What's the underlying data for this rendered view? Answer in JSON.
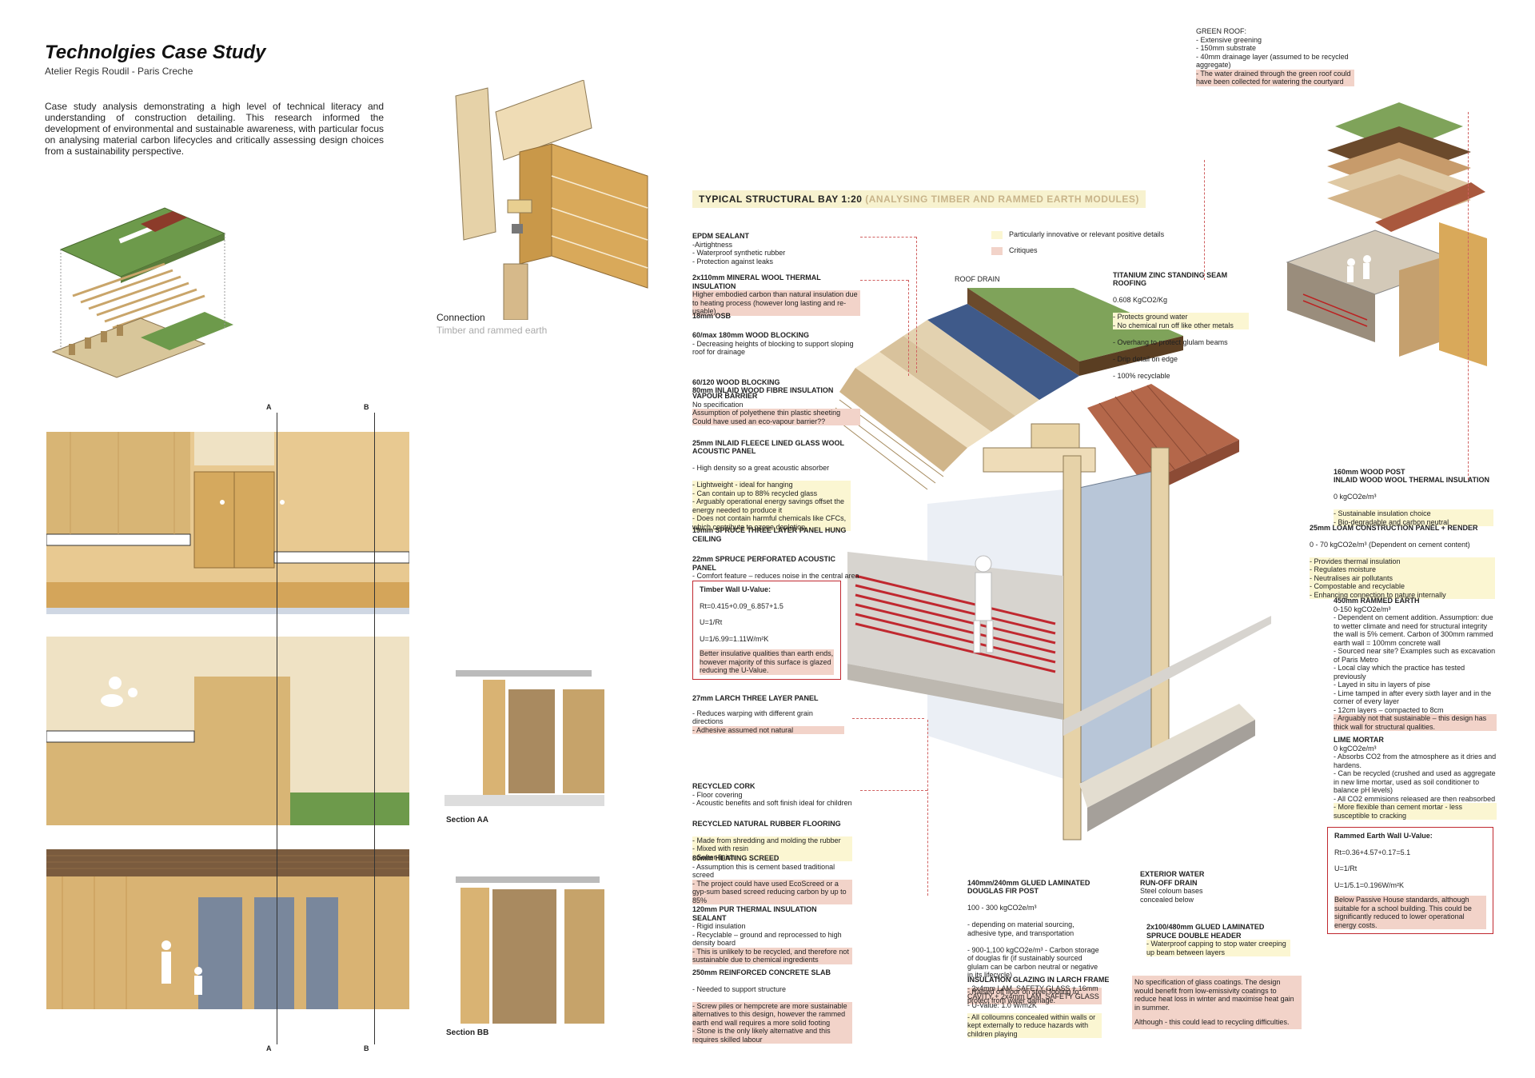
{
  "title": "Technolgies Case Study",
  "subtitle": "Atelier Regis Roudil - Paris Creche",
  "intro": "Case study analysis demonstrating a high level of technical literacy and understanding of construction detailing. This research informed the development of environmental and sustainable awareness, with particular focus on analysing material carbon lifecycles and critically assessing design choices from a sustainability perspective.",
  "connection": {
    "title": "Connection",
    "sub": "Timber and rammed earth"
  },
  "section_marks": {
    "a": "A",
    "b": "B"
  },
  "section_captions": {
    "aa": "Section AA",
    "bb": "Section BB"
  },
  "header": {
    "main": "TYPICAL STRUCTURAL BAY 1:20 ",
    "dim": "(ANALYSING TIMBER AND RAMMED EARTH MODULES)"
  },
  "legend": {
    "positive": "Particularly innovative or relevant positive details",
    "critique": "Critiques"
  },
  "colors": {
    "positive": "#fbf6d2",
    "critique": "#f2d3c9",
    "uvalue_border": "#c0282f"
  },
  "green_roof": {
    "title": "GREEN ROOF:",
    "lines": [
      "- Extensive greening",
      "- 150mm substrate",
      "- 40mm drainage layer (assumed to be recycled aggregate)"
    ],
    "critique": "- The water drained through the green roof could have been collected for watering the courtyard"
  },
  "left_labels": [
    {
      "title": "EPDM SEALANT",
      "lines": [
        "-Airtightness",
        "- Waterproof synthetic rubber",
        "- Protection against leaks"
      ]
    },
    {
      "title": "2x110mm MINERAL WOOL THERMAL INSULATION",
      "critique": "Higher embodied carbon than natural insulation due to heating process (however long lasting and re-usable)"
    },
    {
      "title": "18mm OSB"
    },
    {
      "title": "60/max 180mm WOOD BLOCKING",
      "lines": [
        "- Decreasing heights of blocking to support sloping roof for drainage"
      ]
    },
    {
      "title": "60/120 WOOD BLOCKING\n80mm INLAID WOOD FIBRE INSULATION"
    },
    {
      "title": "VAPOUR BARRIER",
      "lines": [
        "No specification"
      ],
      "critique": "Assumption of polyethene thin plastic sheeting Could have used an eco-vapour barrier??"
    },
    {
      "title": "25mm INLAID FLEECE LINED GLASS WOOL ACOUSTIC PANEL",
      "lines": [
        "- High density so a great acoustic absorber"
      ],
      "positive": "- Lightweight - ideal for hanging\n- Can contain up to 88% recycled glass\n- Arguably operational energy savings offset the energy needed to produce it\n- Does not contain harmful chemicals like CFCs, which contribute to ozone depletion"
    },
    {
      "title": "19mm SPRUCE THREE LAYER PANEL HUNG CEILING"
    },
    {
      "title": "22mm SPRUCE PERFORATED ACOUSTIC PANEL",
      "lines": [
        "- Comfort feature – reduces noise in the central area"
      ]
    }
  ],
  "timber_uvalue": {
    "title": "Timber Wall U-Value:",
    "f1": "Rt=0.415+0.09_6.857+1.5",
    "f2": "U=1/Rt",
    "f3": "U=1/6.99=1.11W/m²K",
    "critique": "Better insulative qualities than earth ends, however majority of this surface is glazed reducing the U-Value."
  },
  "larch": {
    "title": "27mm LARCH THREE LAYER PANEL",
    "lines": [
      "- Reduces warping with different grain directions"
    ],
    "critique": "- Adhesive assumed not natural"
  },
  "lower_left": [
    {
      "title": "RECYCLED CORK",
      "lines": [
        "- Floor covering",
        "- Acoustic benefits and soft finish ideal for children"
      ]
    },
    {
      "title": "RECYCLED NATURAL RUBBER FLOORING",
      "positive": "- Made from shredding and molding the rubber\n- Mixed with resin\n- Softer finish"
    },
    {
      "title": "80mm HEATING SCREED",
      "lines": [
        "- Assumption this is cement based traditional screed"
      ],
      "critique": "- The project could have used EcoScreed or a gyp-sum based screed reducing carbon by up to 85%"
    },
    {
      "title": "120mm PUR THERMAL INSULATION SEALANT",
      "lines": [
        "- Rigid insulation",
        "- Recyclable – ground and reprocessed to high density board"
      ],
      "critique": "- This is unlikely to be recycled, and therefore not sustainable due to chemical ingredients"
    },
    {
      "title": "250mm REINFORCED CONCRETE SLAB",
      "lines": [
        "- Needed to support structure"
      ],
      "critique": "- Screw piles or hempcrete are more sustainable alternatives to this design, however the rammed earth end wall requires a more solid footing\n- Stone is the only likely alternative and this requires skilled labour"
    }
  ],
  "roof_drain": "ROOF DRAIN",
  "titanium": {
    "title": "TITANIUM ZINC STANDING SEAM ROOFING",
    "sub": "0.608 KgCO2/Kg",
    "positive": "- Protects ground water\n- No chemical run off like other metals",
    "lines": [
      "- Overhang to protect glulam beams",
      "- Drip detail on edge",
      "- 100% recyclable"
    ]
  },
  "glulam_post": {
    "title": "140mm/240mm GLUED LAMINATED DOUGLAS FIR POST",
    "lines": [
      "100 - 300 kgCO2e/m³",
      "- depending on material sourcing, adhesive type, and transportation",
      "- 900-1,100 kgCO2e/m³ - Carbon storage of douglas fir (if sustainably sourced glulam can be carbon neutral or negative in its lifecycle)"
    ],
    "critique": "- Raised off floor on steel footing to protect from water damage.",
    "positive": "- All colloumns concealed within walls or kept externally to reduce hazards with children playing"
  },
  "exterior_drain": {
    "title": "EXTERIOR WATER RUN-OFF DRAIN",
    "lines": [
      "Steel coloum bases concealed below"
    ]
  },
  "double_header": {
    "title": "2x100/480mm GLUED LAMINATED SPRUCE DOUBLE HEADER",
    "positive": "- Waterproof capping to stop water creeping up beam between layers"
  },
  "glazing": {
    "title": "INSULATION GLAZING IN LARCH FRAME",
    "lines": [
      "- 2x4mm LAM. SAFETY GLASS + 16mm CAVITY + 2x4mm LAM. SAFETY GLASS",
      "- U-Value: 1.0 W/m2K"
    ]
  },
  "glass_coatings": {
    "p1": "No specification of glass coatings. The design would benefit from low-emissivity coatings to reduce heat loss in winter and maximise heat gain in summer.",
    "p2": "Although - this could lead to recycling difficulties."
  },
  "right_labels": [
    {
      "title": "160mm WOOD POST\nINLAID WOOD WOOL THERMAL INSULATION",
      "sub": "0 kgCO2e/m³",
      "positive": "- Sustainable insulation choice\n- Bio-degradable and carbon neutral"
    },
    {
      "title": "25mm LOAM CONSTRUCTION PANEL + RENDER",
      "sub": "0 - 70 kgCO2e/m³ (Dependent on cement content)",
      "positive": "- Provides thermal insulation\n- Regulates moisture\n- Neutralises air pollutants\n- Compostable and recyclable\n- Enhancing connection to nature internally"
    },
    {
      "title": "450mm RAMMED EARTH",
      "sub": "0-150 kgCO2e/m³",
      "lines": [
        "- Dependent on cement addition. Assumption: due to wetter climate and need for structural integrity the wall is 5% cement. Carbon of 300mm rammed earth wall = 100mm concrete wall",
        "- Sourced near site? Examples such as excavation of Paris Metro",
        "- Local clay which the practice has tested previously",
        "- Layed in situ in layers of pise",
        "- Lime tamped in after every sixth layer and in the corner of every layer",
        "- 12cm layers – compacted to 8cm"
      ],
      "critique": "- Arguably not that sustainable – this design has thick wall for structural qualities."
    },
    {
      "title": "LIME MORTAR",
      "sub": "0 kgCO2e/m³",
      "lines": [
        "- Absorbs CO2 from the atmosphere as it dries and hardens.",
        "- Can be recycled (crushed and used as aggregate in new lime mortar, used as soil conditioner to balance pH levels)",
        "- All CO2 emmisions released are then reabsorbed"
      ],
      "positive": "- More flexible than cement mortar - less susceptible to cracking"
    }
  ],
  "earth_uvalue": {
    "title": "Rammed Earth Wall U-Value:",
    "f1": "Rt=0.36+4.57+0.17=5.1",
    "f2": "U=1/Rt",
    "f3": "U=1/5.1=0.196W/m²K",
    "critique": "Below Passive House standards, although suitable for a school building. This could be significantly reduced to lower operational energy costs."
  }
}
